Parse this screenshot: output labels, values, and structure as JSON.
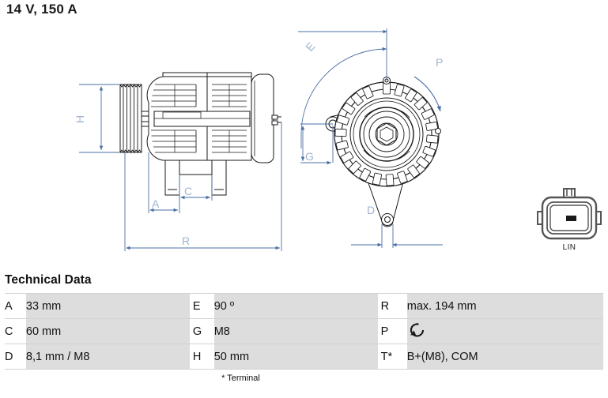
{
  "header": {
    "title": "14 V, 150 A"
  },
  "drawing": {
    "side_view": {
      "labels": {
        "h": "H",
        "a": "A",
        "c": "C",
        "r": "R"
      }
    },
    "front_view": {
      "labels": {
        "e": "E",
        "p": "P",
        "g": "G",
        "d": "D"
      }
    },
    "connector": {
      "label": "LIN",
      "icon": "lin-connector-icon"
    }
  },
  "technical_data": {
    "heading": "Technical Data",
    "footnote": "* Terminal",
    "rows": [
      {
        "k1": "A",
        "v1": "33 mm",
        "k2": "E",
        "v2": "90 º",
        "k3": "R",
        "v3": "max. 194 mm"
      },
      {
        "k1": "C",
        "v1": "60 mm",
        "k2": "G",
        "v2": "M8",
        "k3": "P",
        "v3": "",
        "v3_icon": "counter-clockwise-rotation-icon"
      },
      {
        "k1": "D",
        "v1": "8,1 mm / M8",
        "k2": "H",
        "v2": "50 mm",
        "k3": "T*",
        "v3": "B+(M8), COM"
      }
    ]
  },
  "colors": {
    "dimension_line": "#4a6fa5",
    "dimension_label": "#9fb4cf",
    "outline": "#1a1a1a",
    "row_fill": "#dddddd",
    "row_border": "#d2d2d2"
  }
}
